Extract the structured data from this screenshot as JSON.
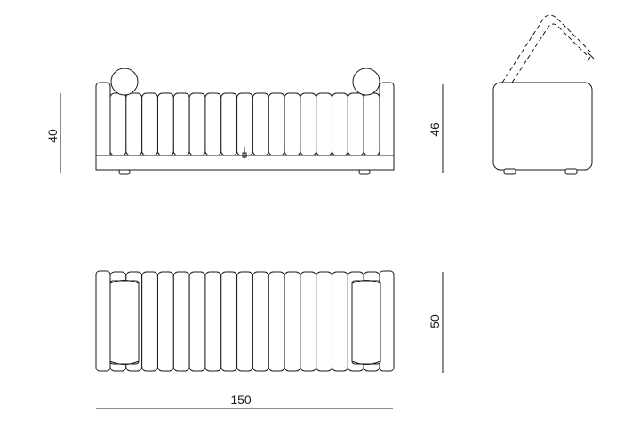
{
  "dimensions": {
    "front_height": "40",
    "side_height": "46",
    "top_depth": "50",
    "total_width": "150"
  },
  "colors": {
    "line": "#1a1a1a",
    "background": "#ffffff"
  }
}
